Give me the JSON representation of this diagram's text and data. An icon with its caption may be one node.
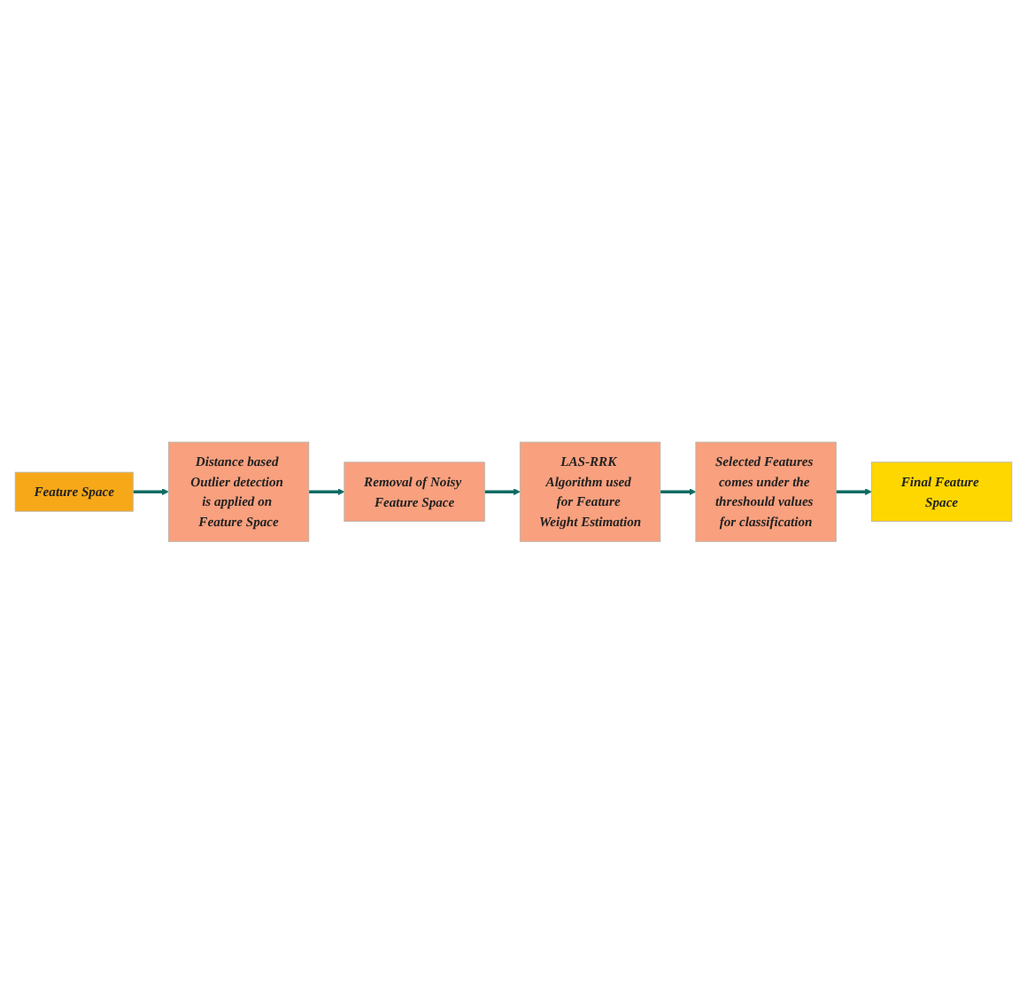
{
  "diagram": {
    "nodes": [
      {
        "text": [
          "Feature Space"
        ]
      },
      {
        "text": [
          "Distance based Outlier detection is applied on Feature Space"
        ]
      },
      {
        "text": [
          "Removal of Noisy Feature Space"
        ]
      },
      {
        "text": [
          "LAS-RRK Algorithm used for Feature Weight Estimation"
        ]
      },
      {
        "text": [
          "Selected Features comes under the threshould values for classification"
        ]
      },
      {
        "text": [
          "Final Feature Space"
        ]
      }
    ],
    "edges": [
      {
        "from": 0,
        "to": 1,
        "arrow": "to"
      },
      {
        "from": 1,
        "to": 2,
        "arrow": "to"
      },
      {
        "from": 2,
        "to": 3,
        "arrow": "to"
      },
      {
        "from": 3,
        "to": 4,
        "arrow": "to"
      },
      {
        "from": 4,
        "to": 5,
        "arrow": "to"
      }
    ]
  }
}
